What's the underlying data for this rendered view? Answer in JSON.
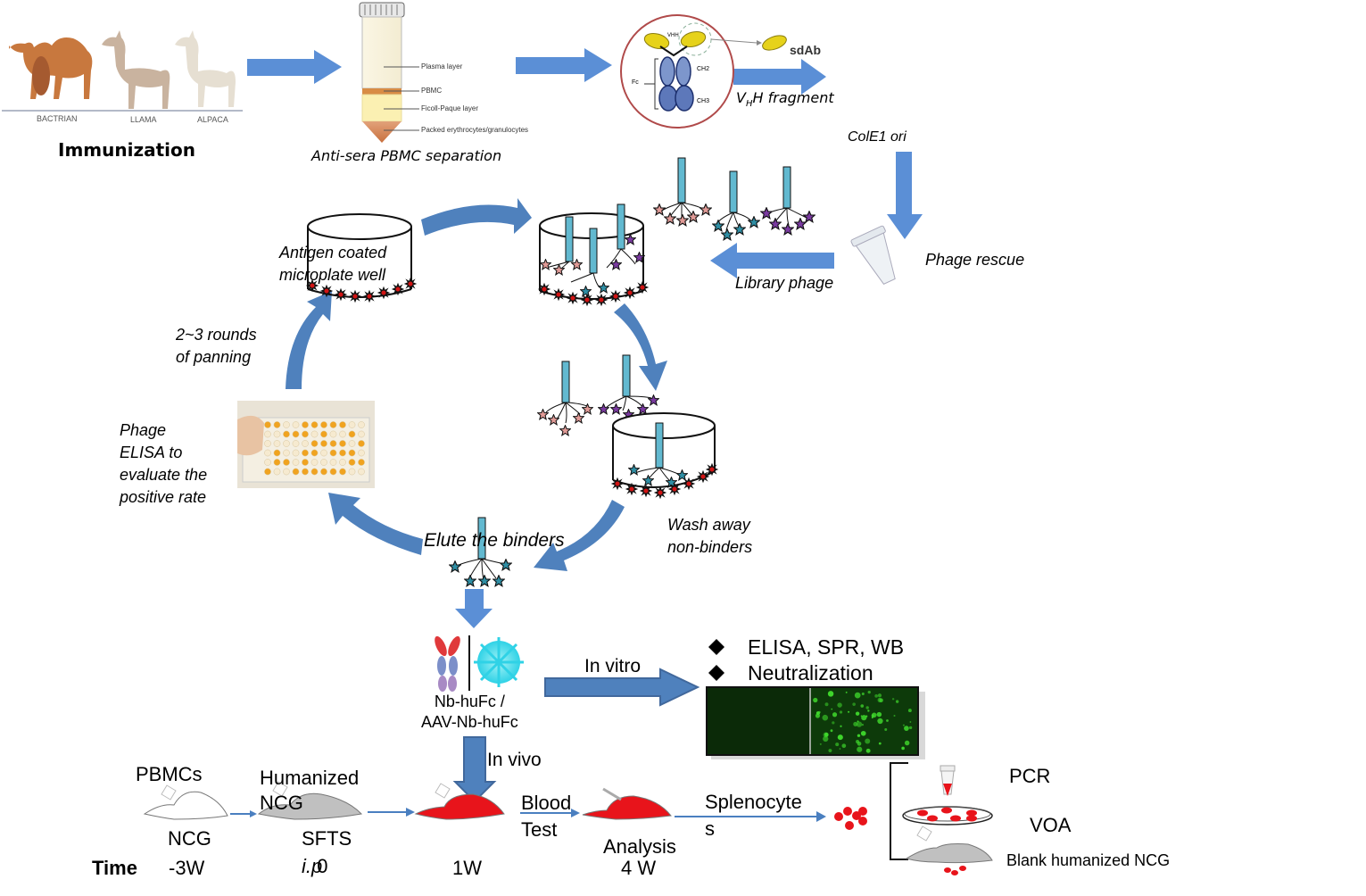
{
  "colors": {
    "arrow_blue": "#5b8fd6",
    "cycle_blue": "#4f81bd",
    "arrow_dark": "#41689c",
    "phage_cyan": "#62b9d0",
    "antigen_red": "#cc1a1a",
    "mouse_red": "#e8141b",
    "mouse_gray": "#c0c0c0",
    "fluor_green": "#2ec21e"
  },
  "immunization": {
    "animals": [
      "BACTRIAN",
      "LLAMA",
      "ALPACA"
    ],
    "label": "Immunization"
  },
  "pbmc": {
    "layers": [
      "Plasma layer",
      "PBMC",
      "Ficoll-Paque layer",
      "Packed erythrocytes/granulocytes"
    ],
    "caption": "Anti-sera PBMC separation"
  },
  "antibody": {
    "vhh_tag": "VHH",
    "fc_label": "Fc",
    "ch2": "CH2",
    "ch3": "CH3",
    "sdab": "sdAb",
    "fragment_v": "V",
    "fragment_sub": "H",
    "fragment_rest": "H fragment"
  },
  "library": {
    "cole1": "ColE1 ori",
    "phage_rescue": "Phage rescue",
    "library_phage": "Library phage"
  },
  "panning": {
    "antigen_well": [
      "Antigen coated",
      "microplate well"
    ],
    "rounds": [
      "2~3 rounds",
      "of panning"
    ],
    "phage_elisa": [
      "Phage",
      "ELISA to",
      "evaluate the",
      "positive rate"
    ],
    "wash": [
      "Wash away",
      "non-binders"
    ],
    "elute": "Elute the binders"
  },
  "product": {
    "name": [
      "Nb-huFc /",
      "AAV-Nb-huFc"
    ],
    "in_vitro": "In vitro",
    "in_vivo": "In vivo",
    "assays": [
      "ELISA, SPR, WB",
      "Neutralization"
    ]
  },
  "timeline": {
    "time_label": "Time",
    "steps": [
      {
        "top": "PBMCs",
        "bottom": "NCG",
        "time": "-3W"
      },
      {
        "top": [
          "Humanized",
          "NCG"
        ],
        "bottom": "SFTS",
        "time_prefix": "i.p",
        "time": "0"
      },
      {
        "top": "",
        "bottom": "",
        "time": "1W"
      },
      {
        "top": [
          "Blood",
          "Test"
        ],
        "bottom": "Analysis",
        "time": "4 W"
      }
    ],
    "splenocytes": [
      "Splenocyte",
      "s"
    ],
    "readouts": [
      "PCR",
      "VOA",
      "Blank humanized NCG"
    ]
  }
}
